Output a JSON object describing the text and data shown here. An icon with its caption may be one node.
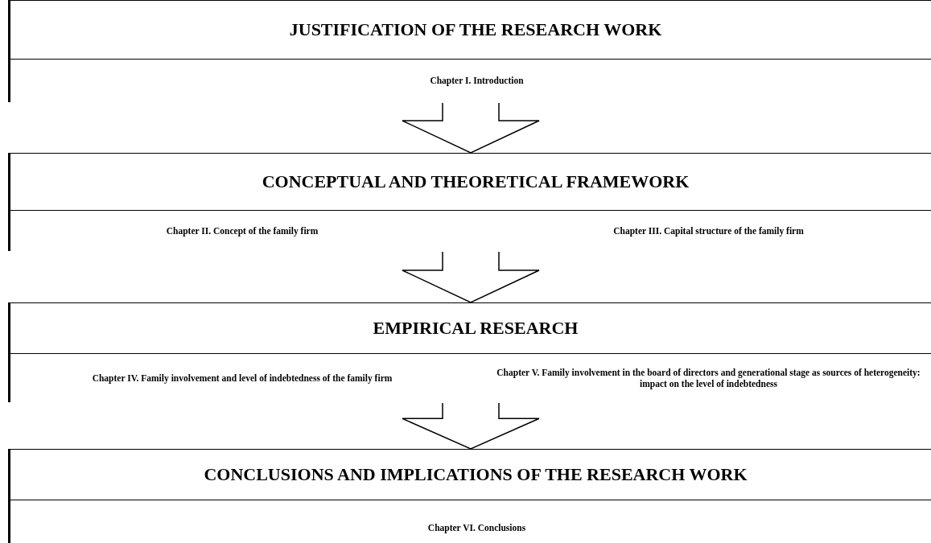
{
  "diagram": {
    "nodes": [
      {
        "text": [
          "JUSTIFICATION OF THE RESEARCH WORK"
        ]
      },
      {
        "text": [
          "Chapter I. Introduction"
        ],
        "in": 0
      },
      {
        "text": [
          "CONCEPTUAL AND THEORETICAL FRAMEWORK"
        ]
      },
      {
        "text": [
          "Chapter II. Concept of the family firm"
        ],
        "in": 2
      },
      {
        "text": [
          "Chapter III. Capital structure of the family firm"
        ],
        "in": 2
      },
      {
        "text": [
          "EMPIRICAL RESEARCH"
        ]
      },
      {
        "text": [
          "Chapter IV. Family involvement and level of indebtedness of the family firm"
        ],
        "in": 5
      },
      {
        "text": [
          "Chapter V. Family involvement in the board of directors and generational stage as sources of heterogeneity: impact on the level of indebtedness"
        ],
        "in": 5
      },
      {
        "text": [
          "CONCLUSIONS AND IMPLICATIONS OF THE RESEARCH WORK"
        ]
      },
      {
        "text": [
          "Chapter VI. Conclusions"
        ],
        "in": 8
      }
    ],
    "edges": [
      {
        "from": 0,
        "to": 2,
        "arrow": "to"
      },
      {
        "from": 2,
        "to": 5,
        "arrow": "to"
      },
      {
        "from": 5,
        "to": 8,
        "arrow": "to"
      }
    ]
  }
}
